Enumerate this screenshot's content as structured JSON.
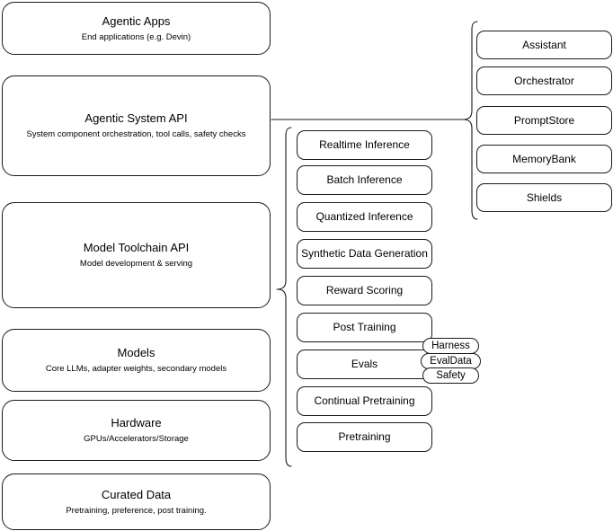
{
  "diagram": {
    "title": "LLM stack layered architecture",
    "stroke_color": "#1a1a1a",
    "background_color": "#ffffff",
    "layers": [
      {
        "name": "agentic-apps",
        "title": "Agentic Apps",
        "subtitle": "End applications (e.g. Devin)"
      },
      {
        "name": "agentic-system-api",
        "title": "Agentic System API",
        "subtitle": "System component orchestration, tool calls, safety checks"
      },
      {
        "name": "model-toolchain-api",
        "title": "Model Toolchain API",
        "subtitle": "Model development & serving"
      },
      {
        "name": "models",
        "title": "Models",
        "subtitle": "Core LLMs, adapter weights, secondary models"
      },
      {
        "name": "hardware",
        "title": "Hardware",
        "subtitle": "GPUs/Accelerators/Storage"
      },
      {
        "name": "curated-data",
        "title": "Curated Data",
        "subtitle": "Pretraining, preference, post training."
      }
    ],
    "toolchain_components": [
      {
        "name": "realtime-inference",
        "label": "Realtime Inference"
      },
      {
        "name": "batch-inference",
        "label": "Batch Inference"
      },
      {
        "name": "quantized-inference",
        "label": "Quantized Inference"
      },
      {
        "name": "synthetic-data-generation",
        "label": "Synthetic Data Generation"
      },
      {
        "name": "reward-scoring",
        "label": "Reward Scoring"
      },
      {
        "name": "post-training",
        "label": "Post Training"
      },
      {
        "name": "evals",
        "label": "Evals"
      },
      {
        "name": "continual-pretraining",
        "label": "Continual Pretraining"
      },
      {
        "name": "pretraining",
        "label": "Pretraining"
      }
    ],
    "evals_subcomponents": [
      {
        "name": "harness",
        "label": "Harness"
      },
      {
        "name": "evaldata",
        "label": "EvalData"
      },
      {
        "name": "safety",
        "label": "Safety"
      }
    ],
    "agentic_components": [
      {
        "name": "assistant",
        "label": "Assistant"
      },
      {
        "name": "orchestrator",
        "label": "Orchestrator"
      },
      {
        "name": "promptstore",
        "label": "PromptStore"
      },
      {
        "name": "memorybank",
        "label": "MemoryBank"
      },
      {
        "name": "shields",
        "label": "Shields"
      }
    ]
  }
}
